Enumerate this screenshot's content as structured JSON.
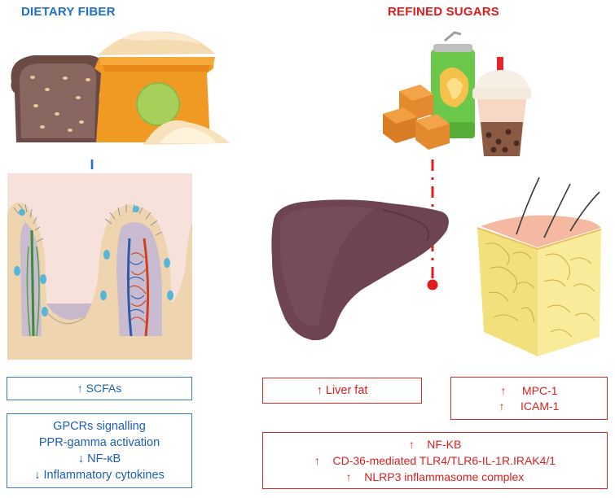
{
  "left": {
    "title": "DIETARY FIBER",
    "title_color": "#1f6fc5",
    "box1": {
      "arrow": "↑",
      "text": "SCFAs"
    },
    "box2": {
      "lines": [
        {
          "arrow": "",
          "text": "GPCRs signalling"
        },
        {
          "arrow": "",
          "text": "PPR-gamma activation"
        },
        {
          "arrow": "↓",
          "text": "NF-κB"
        },
        {
          "arrow": "↓",
          "text": "Inflammatory cytokines"
        }
      ]
    }
  },
  "right": {
    "title": "REFINED SUGARS",
    "title_color": "#e01b1b",
    "liver_box": {
      "arrow": "↑",
      "text": "Liver fat"
    },
    "adipose_box": {
      "lines": [
        {
          "arrow": "↑",
          "text": "MPC-1"
        },
        {
          "arrow": "↑",
          "text": "ICAM-1"
        }
      ]
    },
    "bottom_box": {
      "lines": [
        {
          "arrow": "↑",
          "text": "NF-KB"
        },
        {
          "arrow": "↑",
          "text": "CD-36-mediated TLR4/TLR6-IL-1R.IRAK4/1"
        },
        {
          "arrow": "↑",
          "text": "NLRP3 inflammasome complex"
        }
      ]
    }
  },
  "colors": {
    "fiber_blue": "#1f6fc5",
    "sugar_red": "#e01b1b",
    "liver": "#6e4450",
    "adipose": "#f3e08a"
  },
  "icons": [
    "bread-icon",
    "flour-sack-icon",
    "intestinal-villi-illustration",
    "sugar-cubes-icon",
    "soda-can-icon",
    "bubble-tea-icon",
    "liver-illustration",
    "adipose-tissue-illustration"
  ]
}
